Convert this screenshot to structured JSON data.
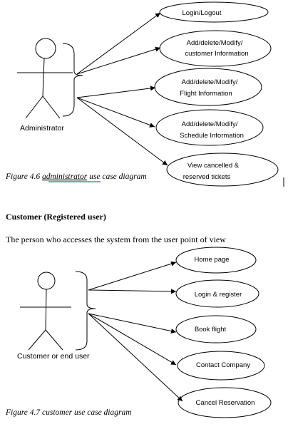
{
  "diagram1": {
    "actor": "Administrator",
    "use_cases": [
      {
        "lines": [
          "Login/Logout"
        ]
      },
      {
        "lines": [
          "Add/delete/Modify/",
          "customer Information"
        ]
      },
      {
        "lines": [
          "Add/delete/Modify/",
          "Flight Information"
        ]
      },
      {
        "lines": [
          "Add/delete/Modify/",
          "Schedule Information"
        ]
      },
      {
        "lines": [
          "View cancelled &",
          "reserved tickets"
        ]
      }
    ],
    "caption_prefix": "Figure 4.6 ",
    "caption_link": "administrator",
    "caption_suffix": " use case diagram"
  },
  "section": {
    "heading": "Customer (Registered user)",
    "paragraph": "The person who accesses the system from the user point of view"
  },
  "diagram2": {
    "actor": "Customer or end user",
    "use_cases": [
      {
        "lines": [
          "Home page"
        ]
      },
      {
        "lines": [
          "Login & register"
        ]
      },
      {
        "lines": [
          "Book flight"
        ]
      },
      {
        "lines": [
          "Contact Company"
        ]
      },
      {
        "lines": [
          "Cancel Reservation"
        ]
      }
    ],
    "caption": "Figure 4.7 customer use case diagram"
  }
}
